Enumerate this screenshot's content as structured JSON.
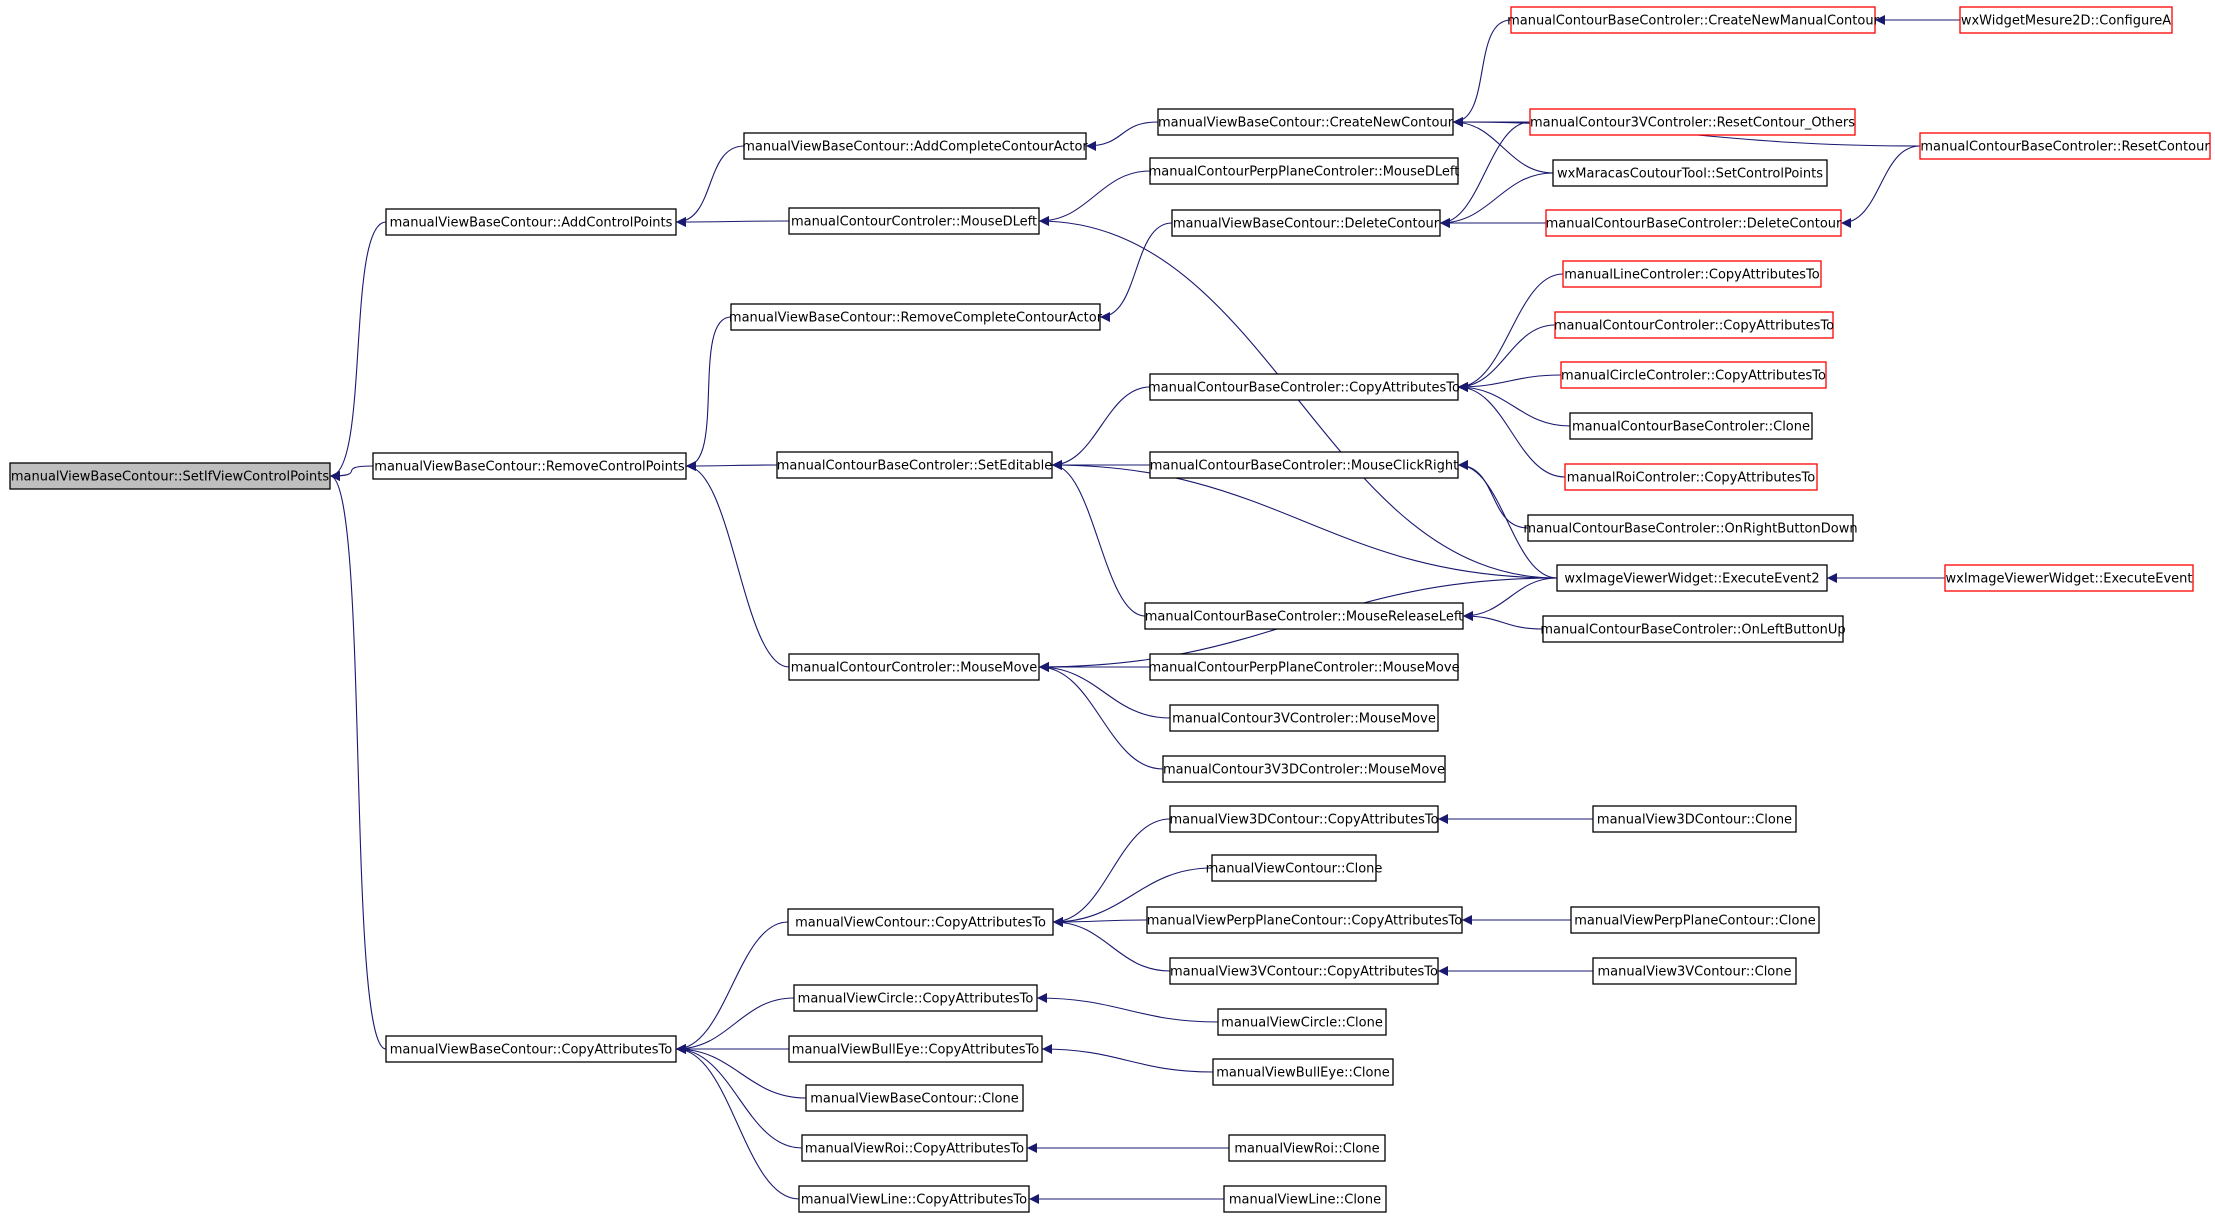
{
  "colors": {
    "edge": "#191970",
    "node_border": "#000000",
    "truncated_border": "#ff0000",
    "root_fill": "#bfbfbf",
    "node_fill": "#ffffff"
  },
  "nodes": [
    {
      "id": "n0",
      "label": "manualViewBaseContour::SetIfViewControlPoints",
      "kind": "root"
    },
    {
      "id": "n1",
      "label": "manualViewBaseContour::AddControlPoints",
      "kind": "normal"
    },
    {
      "id": "n2",
      "label": "manualViewBaseContour::RemoveControlPoints",
      "kind": "normal"
    },
    {
      "id": "n3",
      "label": "manualViewBaseContour::CopyAttributesTo",
      "kind": "normal"
    },
    {
      "id": "n4",
      "label": "manualViewBaseContour::AddCompleteContourActor",
      "kind": "normal"
    },
    {
      "id": "n5",
      "label": "manualContourControler::MouseDLeft",
      "kind": "normal"
    },
    {
      "id": "n6",
      "label": "manualViewBaseContour::RemoveCompleteContourActor",
      "kind": "normal"
    },
    {
      "id": "n7",
      "label": "manualContourBaseControler::SetEditable",
      "kind": "normal"
    },
    {
      "id": "n8",
      "label": "manualContourControler::MouseMove",
      "kind": "normal"
    },
    {
      "id": "n9",
      "label": "manualViewBaseContour::CreateNewContour",
      "kind": "normal"
    },
    {
      "id": "n10",
      "label": "manualContourPerpPlaneControler::MouseDLeft",
      "kind": "normal"
    },
    {
      "id": "n11",
      "label": "manualViewBaseContour::DeleteContour",
      "kind": "normal"
    },
    {
      "id": "n12",
      "label": "manualContourBaseControler::CopyAttributesTo",
      "kind": "normal"
    },
    {
      "id": "n13",
      "label": "manualContourBaseControler::MouseClickRight",
      "kind": "normal"
    },
    {
      "id": "n14",
      "label": "manualContourBaseControler::MouseReleaseLeft",
      "kind": "normal"
    },
    {
      "id": "n15",
      "label": "manualContourPerpPlaneControler::MouseMove",
      "kind": "normal"
    },
    {
      "id": "n16",
      "label": "manualContour3VControler::MouseMove",
      "kind": "normal"
    },
    {
      "id": "n17",
      "label": "manualContour3V3DControler::MouseMove",
      "kind": "normal"
    },
    {
      "id": "n18",
      "label": "manualContourBaseControler::CreateNewManualContour",
      "kind": "truncated"
    },
    {
      "id": "n19",
      "label": "wxWidgetMesure2D::ConfigureA",
      "kind": "truncated"
    },
    {
      "id": "n20",
      "label": "manualContour3VControler::ResetContour_Others",
      "kind": "truncated"
    },
    {
      "id": "n21",
      "label": "manualContourBaseControler::ResetContour",
      "kind": "truncated"
    },
    {
      "id": "n22",
      "label": "wxMaracasCoutourTool::SetControlPoints",
      "kind": "normal"
    },
    {
      "id": "n23",
      "label": "manualContourBaseControler::DeleteContour",
      "kind": "truncated"
    },
    {
      "id": "n24",
      "label": "manualLineControler::CopyAttributesTo",
      "kind": "truncated"
    },
    {
      "id": "n25",
      "label": "manualContourControler::CopyAttributesTo",
      "kind": "truncated"
    },
    {
      "id": "n26",
      "label": "manualCircleControler::CopyAttributesTo",
      "kind": "truncated"
    },
    {
      "id": "n27",
      "label": "manualContourBaseControler::Clone",
      "kind": "normal"
    },
    {
      "id": "n28",
      "label": "manualRoiControler::CopyAttributesTo",
      "kind": "truncated"
    },
    {
      "id": "n29",
      "label": "manualContourBaseControler::OnRightButtonDown",
      "kind": "normal"
    },
    {
      "id": "n30",
      "label": "wxImageViewerWidget::ExecuteEvent2",
      "kind": "normal"
    },
    {
      "id": "n31",
      "label": "wxImageViewerWidget::ExecuteEvent",
      "kind": "truncated"
    },
    {
      "id": "n32",
      "label": "manualContourBaseControler::OnLeftButtonUp",
      "kind": "normal"
    },
    {
      "id": "n33",
      "label": "manualViewContour::CopyAttributesTo",
      "kind": "normal"
    },
    {
      "id": "n34",
      "label": "manualViewCircle::CopyAttributesTo",
      "kind": "normal"
    },
    {
      "id": "n35",
      "label": "manualViewBullEye::CopyAttributesTo",
      "kind": "normal"
    },
    {
      "id": "n36",
      "label": "manualViewBaseContour::Clone",
      "kind": "normal"
    },
    {
      "id": "n37",
      "label": "manualViewRoi::CopyAttributesTo",
      "kind": "normal"
    },
    {
      "id": "n38",
      "label": "manualViewLine::CopyAttributesTo",
      "kind": "normal"
    },
    {
      "id": "n39",
      "label": "manualView3DContour::CopyAttributesTo",
      "kind": "normal"
    },
    {
      "id": "n40",
      "label": "manualViewContour::Clone",
      "kind": "normal"
    },
    {
      "id": "n41",
      "label": "manualViewPerpPlaneContour::CopyAttributesTo",
      "kind": "normal"
    },
    {
      "id": "n42",
      "label": "manualView3VContour::CopyAttributesTo",
      "kind": "normal"
    },
    {
      "id": "n43",
      "label": "manualViewCircle::Clone",
      "kind": "normal"
    },
    {
      "id": "n44",
      "label": "manualViewBullEye::Clone",
      "kind": "normal"
    },
    {
      "id": "n45",
      "label": "manualViewRoi::Clone",
      "kind": "normal"
    },
    {
      "id": "n46",
      "label": "manualViewLine::Clone",
      "kind": "normal"
    },
    {
      "id": "n47",
      "label": "manualView3DContour::Clone",
      "kind": "normal"
    },
    {
      "id": "n48",
      "label": "manualViewPerpPlaneContour::Clone",
      "kind": "normal"
    },
    {
      "id": "n49",
      "label": "manualView3VContour::Clone",
      "kind": "normal"
    }
  ],
  "edges": [
    [
      "n1",
      "n0"
    ],
    [
      "n2",
      "n0"
    ],
    [
      "n3",
      "n0"
    ],
    [
      "n4",
      "n1"
    ],
    [
      "n5",
      "n1"
    ],
    [
      "n6",
      "n2"
    ],
    [
      "n7",
      "n2"
    ],
    [
      "n8",
      "n2"
    ],
    [
      "n9",
      "n4"
    ],
    [
      "n10",
      "n5"
    ],
    [
      "n30",
      "n5"
    ],
    [
      "n11",
      "n6"
    ],
    [
      "n12",
      "n7"
    ],
    [
      "n13",
      "n7"
    ],
    [
      "n14",
      "n7"
    ],
    [
      "n30",
      "n7"
    ],
    [
      "n15",
      "n8"
    ],
    [
      "n16",
      "n8"
    ],
    [
      "n17",
      "n8"
    ],
    [
      "n30",
      "n8"
    ],
    [
      "n18",
      "n9"
    ],
    [
      "n20",
      "n9"
    ],
    [
      "n21",
      "n9"
    ],
    [
      "n22",
      "n9"
    ],
    [
      "n20",
      "n11"
    ],
    [
      "n22",
      "n11"
    ],
    [
      "n23",
      "n11"
    ],
    [
      "n19",
      "n18"
    ],
    [
      "n21",
      "n23"
    ],
    [
      "n24",
      "n12"
    ],
    [
      "n25",
      "n12"
    ],
    [
      "n26",
      "n12"
    ],
    [
      "n27",
      "n12"
    ],
    [
      "n28",
      "n12"
    ],
    [
      "n29",
      "n13"
    ],
    [
      "n30",
      "n13"
    ],
    [
      "n30",
      "n14"
    ],
    [
      "n32",
      "n14"
    ],
    [
      "n31",
      "n30"
    ],
    [
      "n33",
      "n3"
    ],
    [
      "n34",
      "n3"
    ],
    [
      "n35",
      "n3"
    ],
    [
      "n36",
      "n3"
    ],
    [
      "n37",
      "n3"
    ],
    [
      "n38",
      "n3"
    ],
    [
      "n39",
      "n33"
    ],
    [
      "n40",
      "n33"
    ],
    [
      "n41",
      "n33"
    ],
    [
      "n42",
      "n33"
    ],
    [
      "n47",
      "n39"
    ],
    [
      "n48",
      "n41"
    ],
    [
      "n49",
      "n42"
    ],
    [
      "n43",
      "n34"
    ],
    [
      "n44",
      "n35"
    ],
    [
      "n45",
      "n37"
    ],
    [
      "n46",
      "n38"
    ]
  ]
}
